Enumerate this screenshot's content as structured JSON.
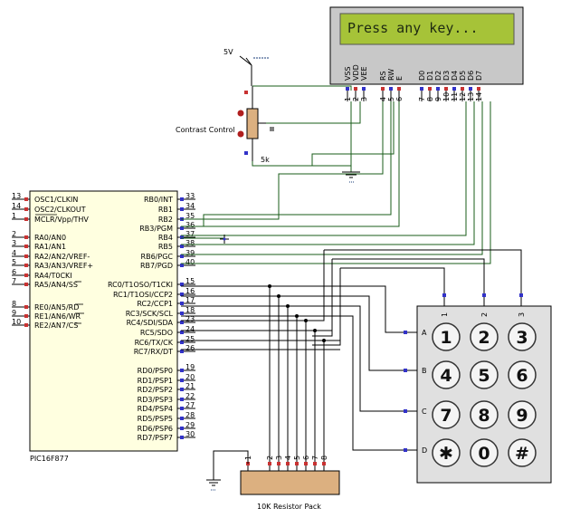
{
  "lcd": {
    "text": "Press any key...",
    "pins": [
      "VSS",
      "VDD",
      "VEE",
      "RS",
      "RW",
      "E",
      "D0",
      "D1",
      "D2",
      "D3",
      "D4",
      "D5",
      "D6",
      "D7"
    ],
    "pin_numbers": [
      "1",
      "2",
      "3",
      "4",
      "5",
      "6",
      "7",
      "8",
      "9",
      "10",
      "11",
      "12",
      "13",
      "14"
    ]
  },
  "power": {
    "label": "5V"
  },
  "pot": {
    "label": "Contrast Control",
    "value": "5k"
  },
  "mcu": {
    "part": "PIC16F877",
    "left_pins": [
      {
        "num": "13",
        "name": "OSC1/CLKIN"
      },
      {
        "num": "14",
        "name": "OSC2/CLKOUT"
      },
      {
        "num": "1",
        "name": "MCLR/Vpp/THV"
      },
      {
        "num": "2",
        "name": "RA0/AN0"
      },
      {
        "num": "3",
        "name": "RA1/AN1"
      },
      {
        "num": "4",
        "name": "RA2/AN2/VREF-"
      },
      {
        "num": "5",
        "name": "RA3/AN3/VREF+"
      },
      {
        "num": "6",
        "name": "RA4/T0CKI"
      },
      {
        "num": "7",
        "name": "RA5/AN4/SS"
      },
      {
        "num": "8",
        "name": "RE0/AN5/RD"
      },
      {
        "num": "9",
        "name": "RE1/AN6/WR"
      },
      {
        "num": "10",
        "name": "RE2/AN7/CS"
      }
    ],
    "right_pins": [
      {
        "num": "33",
        "name": "RB0/INT"
      },
      {
        "num": "34",
        "name": "RB1"
      },
      {
        "num": "35",
        "name": "RB2"
      },
      {
        "num": "36",
        "name": "RB3/PGM"
      },
      {
        "num": "37",
        "name": "RB4"
      },
      {
        "num": "38",
        "name": "RB5"
      },
      {
        "num": "39",
        "name": "RB6/PGC"
      },
      {
        "num": "40",
        "name": "RB7/PGD"
      },
      {
        "num": "15",
        "name": "RC0/T1OSO/T1CKI"
      },
      {
        "num": "16",
        "name": "RC1/T1OSI/CCP2"
      },
      {
        "num": "17",
        "name": "RC2/CCP1"
      },
      {
        "num": "18",
        "name": "RC3/SCK/SCL"
      },
      {
        "num": "23",
        "name": "RC4/SDI/SDA"
      },
      {
        "num": "24",
        "name": "RC5/SDO"
      },
      {
        "num": "25",
        "name": "RC6/TX/CK"
      },
      {
        "num": "26",
        "name": "RC7/RX/DT"
      },
      {
        "num": "19",
        "name": "RD0/PSP0"
      },
      {
        "num": "20",
        "name": "RD1/PSP1"
      },
      {
        "num": "21",
        "name": "RD2/PSP2"
      },
      {
        "num": "22",
        "name": "RD3/PSP3"
      },
      {
        "num": "27",
        "name": "RD4/PSP4"
      },
      {
        "num": "28",
        "name": "RD5/PSP5"
      },
      {
        "num": "29",
        "name": "RD6/PSP6"
      },
      {
        "num": "30",
        "name": "RD7/PSP7"
      }
    ]
  },
  "keypad": {
    "cols": [
      "1",
      "2",
      "3"
    ],
    "rows": [
      "A",
      "B",
      "C",
      "D"
    ],
    "keys": [
      "1",
      "2",
      "3",
      "4",
      "5",
      "6",
      "7",
      "8",
      "9",
      "✱",
      "0",
      "#"
    ]
  },
  "rpack": {
    "label": "10K Resistor Pack",
    "pins": [
      "1",
      "2",
      "3",
      "4",
      "5",
      "6",
      "7",
      "8"
    ]
  }
}
